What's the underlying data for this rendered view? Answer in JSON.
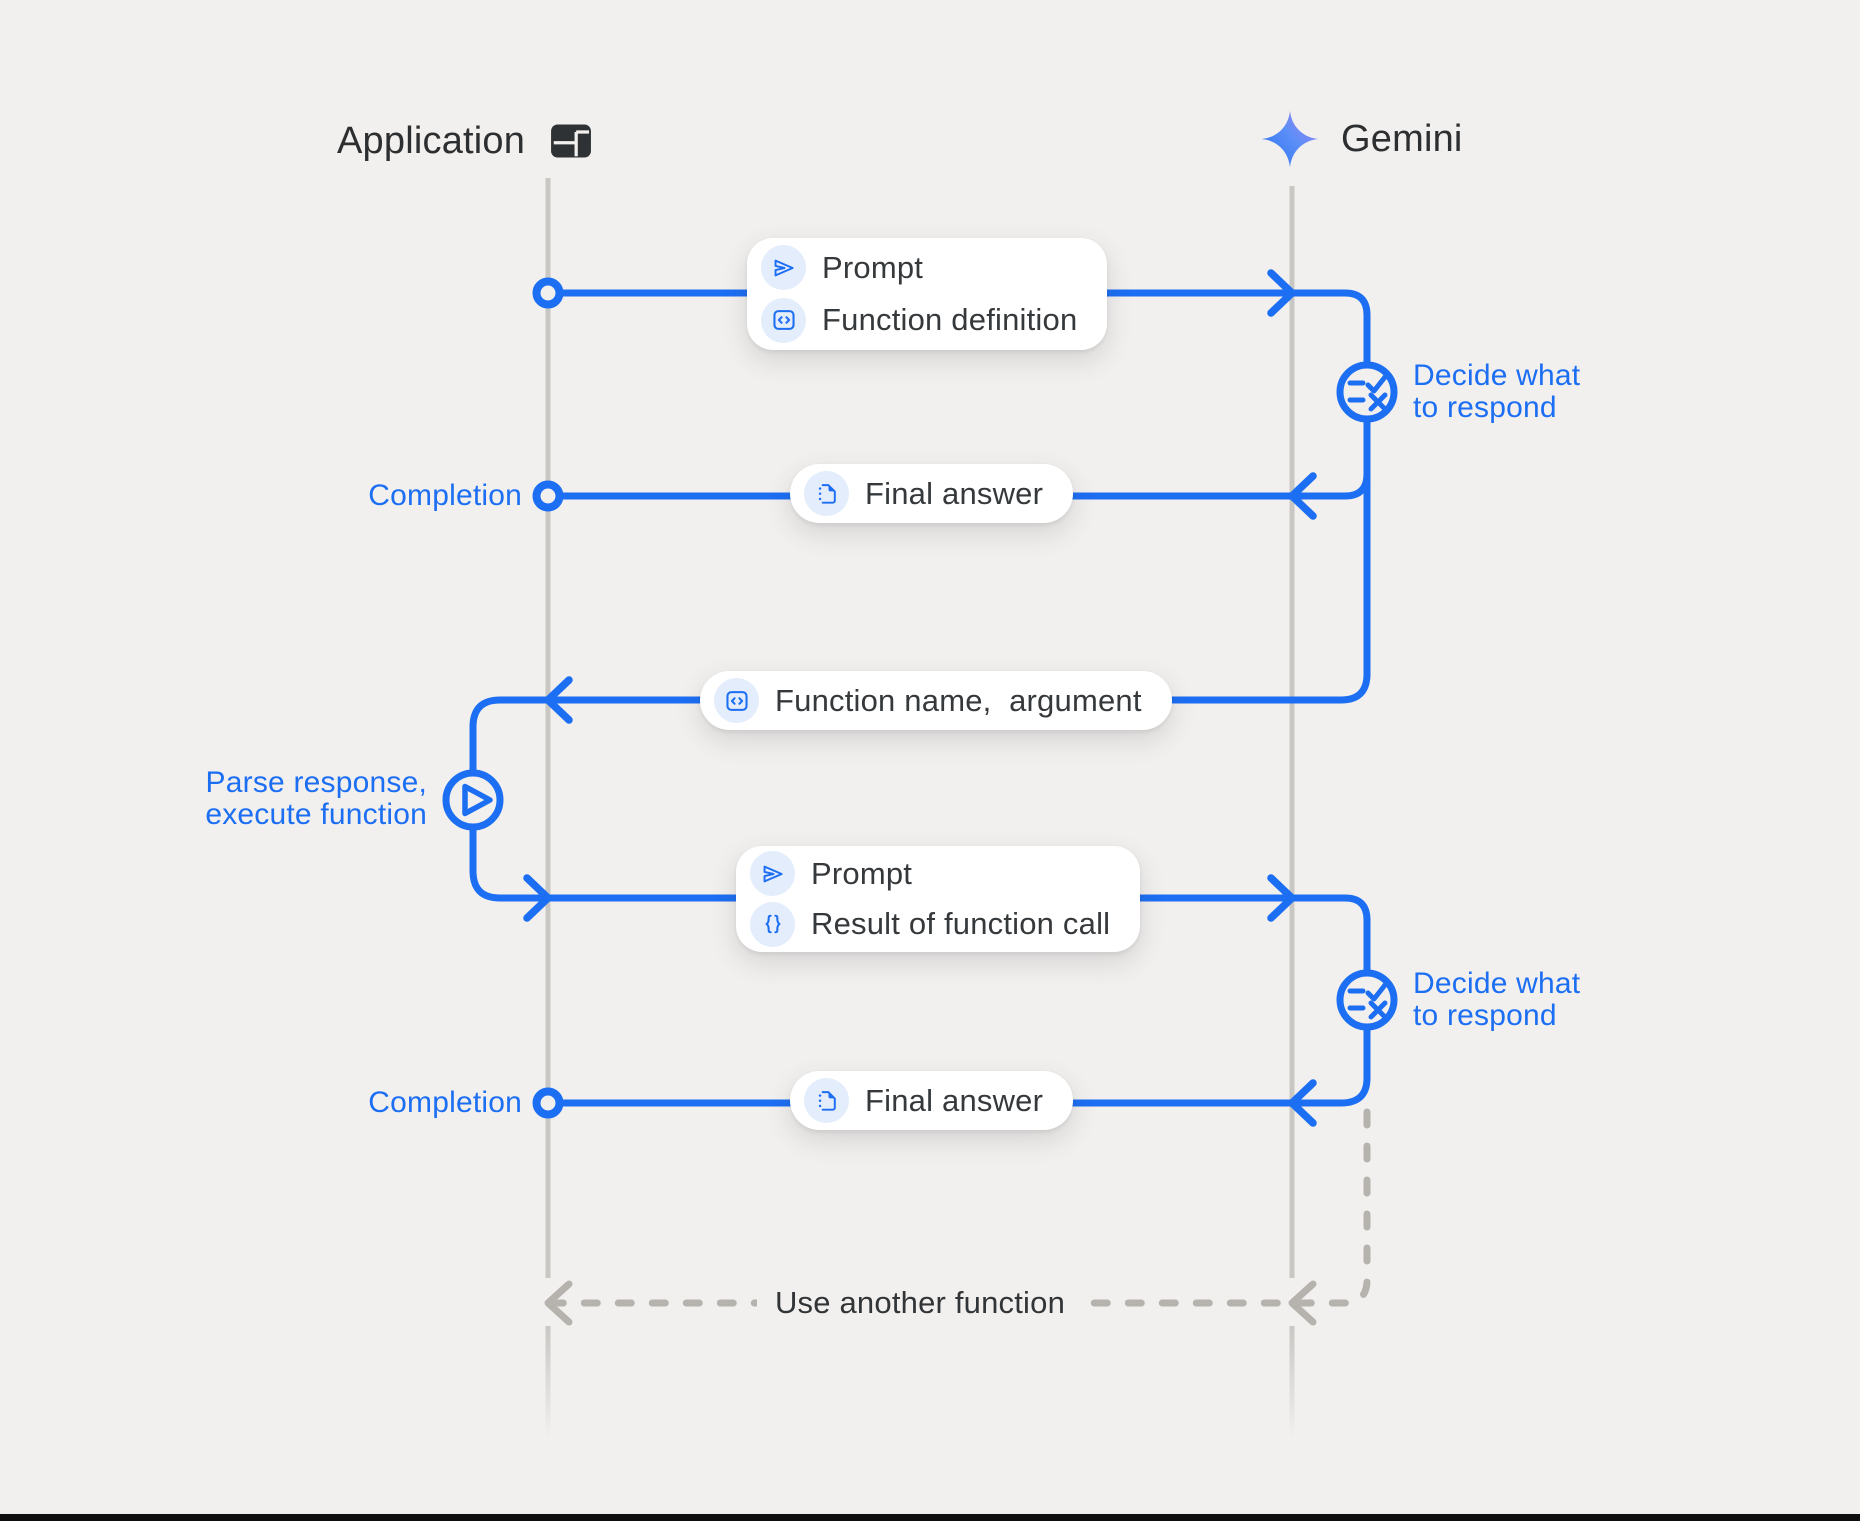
{
  "header": {
    "application": {
      "label": "Application",
      "icon": "app-window-icon"
    },
    "gemini": {
      "label": "Gemini",
      "icon": "gemini-star-icon"
    }
  },
  "boxes": {
    "prompt_def": {
      "rows": [
        {
          "icon": "send-icon",
          "label": "Prompt"
        },
        {
          "icon": "code-brackets-icon",
          "label": "Function definition"
        }
      ]
    },
    "final_answer_1": {
      "rows": [
        {
          "icon": "document-icon",
          "label": "Final answer"
        }
      ]
    },
    "func_name": {
      "rows": [
        {
          "icon": "code-brackets-icon",
          "label": "Function name,  argument"
        }
      ]
    },
    "prompt_result": {
      "rows": [
        {
          "icon": "send-icon",
          "label": "Prompt"
        },
        {
          "icon": "curly-braces-icon",
          "label": "Result of function call"
        }
      ]
    },
    "final_answer_2": {
      "rows": [
        {
          "icon": "document-icon",
          "label": "Final answer"
        }
      ]
    }
  },
  "annotations": {
    "decide_1": {
      "line1": "Decide what",
      "line2": "to respond"
    },
    "decide_2": {
      "line1": "Decide what",
      "line2": "to respond"
    },
    "parse": {
      "line1": "Parse response,",
      "line2": "execute function"
    },
    "completion_1": {
      "label": "Completion"
    },
    "completion_2": {
      "label": "Completion"
    },
    "use_another": {
      "label": "Use another function"
    }
  },
  "colors": {
    "background": "#f2f0ee",
    "flow_blue": "#1c6ef3",
    "icon_circle_bg": "#e4edfc",
    "lifeline_gray": "#c9c7c4",
    "dashed_gray": "#b6b3af",
    "text_dark": "#36393b",
    "gemini_star_blue": "#2d74f2",
    "gemini_star_purple": "#a07ef2",
    "bottom_bar": "#0f0f0f"
  }
}
